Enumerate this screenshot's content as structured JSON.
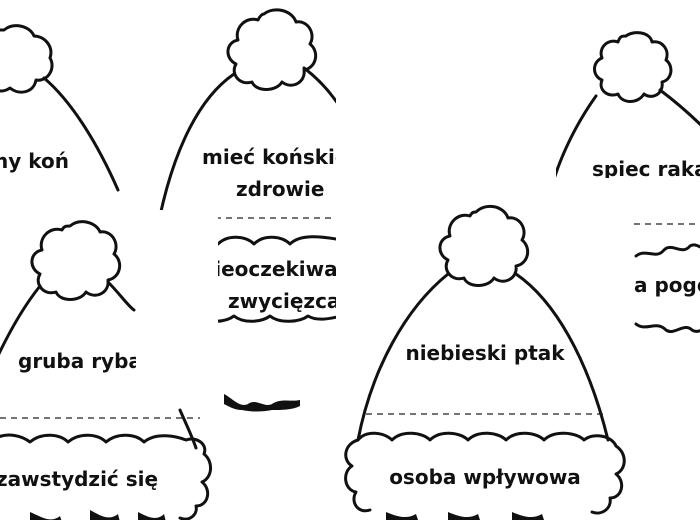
{
  "cards": {
    "top_left": {
      "question": "ny koń"
    },
    "top_center": {
      "question_line1": "mieć końskie",
      "question_line2": "zdrowie",
      "answer_line1": "nieoczekiwa",
      "answer_line2": "zwycięzca"
    },
    "top_right": {
      "question": "spiec raka",
      "answer": "a pogo"
    },
    "bottom_left": {
      "question": "gruba ryba",
      "answer": "zawstydzić się"
    },
    "bottom_center": {
      "question": "niebieski ptak",
      "answer": "osoba wpływowa"
    }
  },
  "colors": {
    "ink": "#111111",
    "paper": "#ffffff"
  }
}
